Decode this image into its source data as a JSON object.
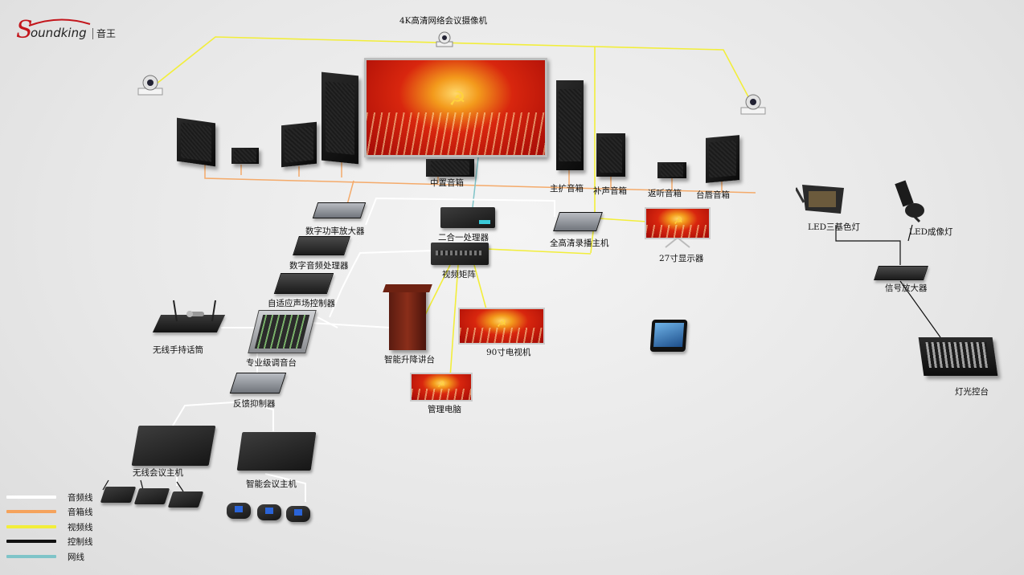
{
  "brand": {
    "logo_text": "oundking",
    "logo_initial": "S",
    "logo_cn": "音王"
  },
  "colors": {
    "audio_line": "#ffffff",
    "speaker_line": "#f5a35c",
    "video_line": "#f2ee3a",
    "control_line": "#111111",
    "network_line": "#7fc4c8"
  },
  "labels": {
    "camera": "4K高清网络会议摄像机",
    "center_speaker": "中置音箱",
    "main_speaker": "主扩音箱",
    "fill_speaker": "补声音箱",
    "monitor_speaker": "返听音箱",
    "stage_speaker": "台唇音箱",
    "amp": "数字功率放大器",
    "dsp": "数字音频处理器",
    "adaptive": "自适应声场控制器",
    "mixer": "专业级调音台",
    "handheld_mic": "无线手持话筒",
    "feedback": "反馈抑制器",
    "wireless_host": "无线会议主机",
    "smart_host": "智能会议主机",
    "two_in_one": "二合一处理器",
    "matrix": "视频矩阵",
    "recorder": "全高清录播主机",
    "monitor27": "27寸显示器",
    "podium": "智能升降讲台",
    "tv90": "90寸电视机",
    "pc": "管理电脑",
    "led_tri": "LED三基色灯",
    "led_imaging": "LED成像灯",
    "signal_amp": "信号放大器",
    "light_console": "灯光控台"
  },
  "legend": [
    {
      "label": "音频线",
      "color": "#ffffff"
    },
    {
      "label": "音箱线",
      "color": "#f5a35c"
    },
    {
      "label": "视频线",
      "color": "#f2ee3a"
    },
    {
      "label": "控制线",
      "color": "#111111"
    },
    {
      "label": "网线",
      "color": "#7fc4c8"
    }
  ],
  "icons": {
    "camera": "ptz-camera-icon",
    "emblem": "hammer-sickle-icon"
  }
}
